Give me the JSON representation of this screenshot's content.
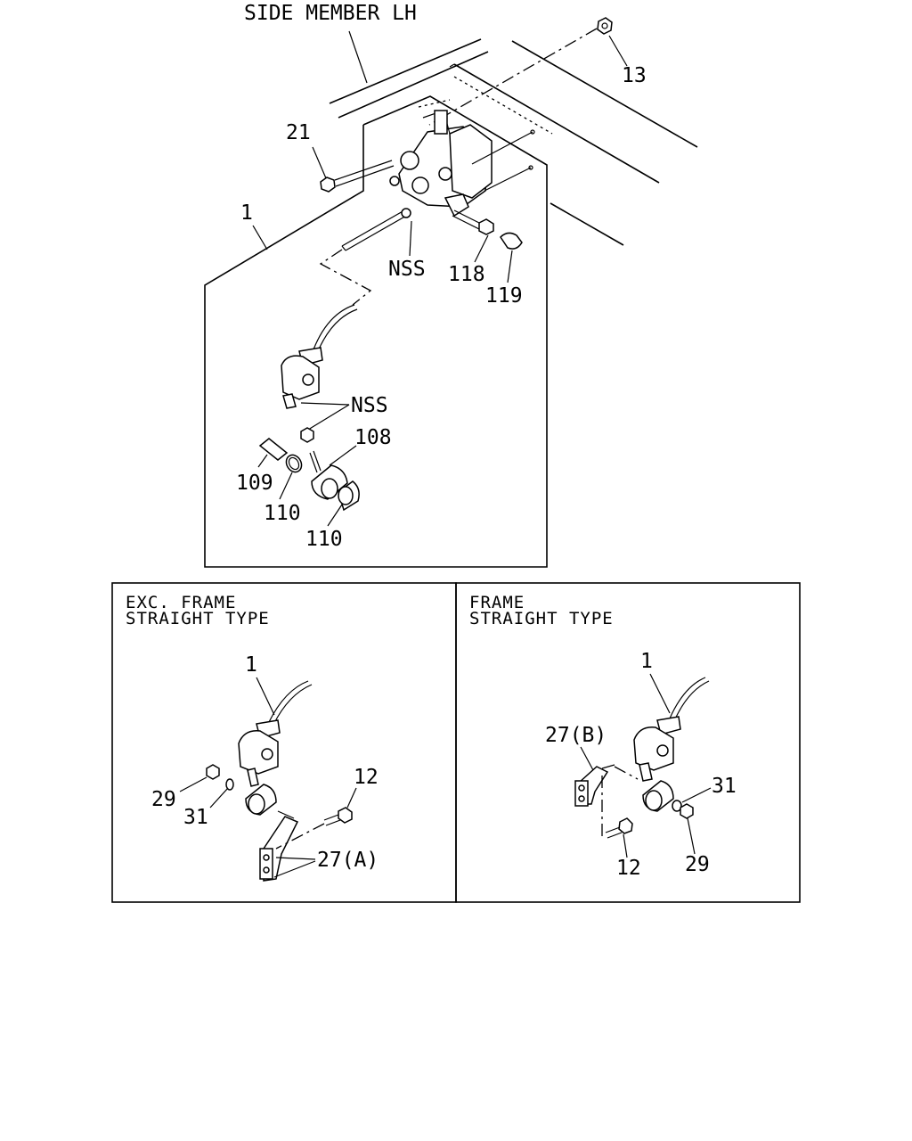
{
  "main": {
    "side_member": "SIDE MEMBER LH",
    "labels": {
      "c13": "13",
      "c21": "21",
      "c1": "1",
      "nss_top": "NSS",
      "c118": "118",
      "c119": "119",
      "nss_mid": "NSS",
      "c108": "108",
      "c109": "109",
      "c110_a": "110",
      "c110_b": "110"
    }
  },
  "panel_left": {
    "title_line1": "EXC. FRAME",
    "title_line2": "STRAIGHT TYPE",
    "labels": {
      "c1": "1",
      "c12": "12",
      "c29": "29",
      "c31": "31",
      "c27": "27(A)"
    }
  },
  "panel_right": {
    "title_line1": "FRAME",
    "title_line2": "STRAIGHT TYPE",
    "labels": {
      "c1": "1",
      "c27": "27(B)",
      "c31": "31",
      "c12": "12",
      "c29": "29"
    }
  }
}
